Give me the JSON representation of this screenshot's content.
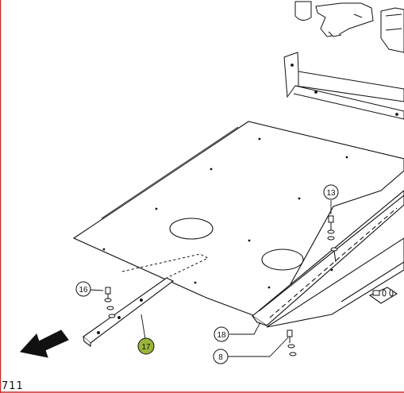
{
  "diagram": {
    "callouts": [
      {
        "id": "callout-13",
        "label": "13",
        "highlighted": false
      },
      {
        "id": "callout-16",
        "label": "16",
        "highlighted": false
      },
      {
        "id": "callout-17",
        "label": "17",
        "highlighted": true
      },
      {
        "id": "callout-18",
        "label": "18",
        "highlighted": false
      },
      {
        "id": "callout-8",
        "label": "8",
        "highlighted": false
      }
    ],
    "page_number": "711",
    "colors": {
      "frame_border": "#cc2a2a",
      "line": "#111111",
      "highlight_fill": "#9bb53a",
      "arrow_fill": "#111111"
    },
    "icons": {
      "direction_arrow": "arrow-down-left-icon"
    }
  }
}
